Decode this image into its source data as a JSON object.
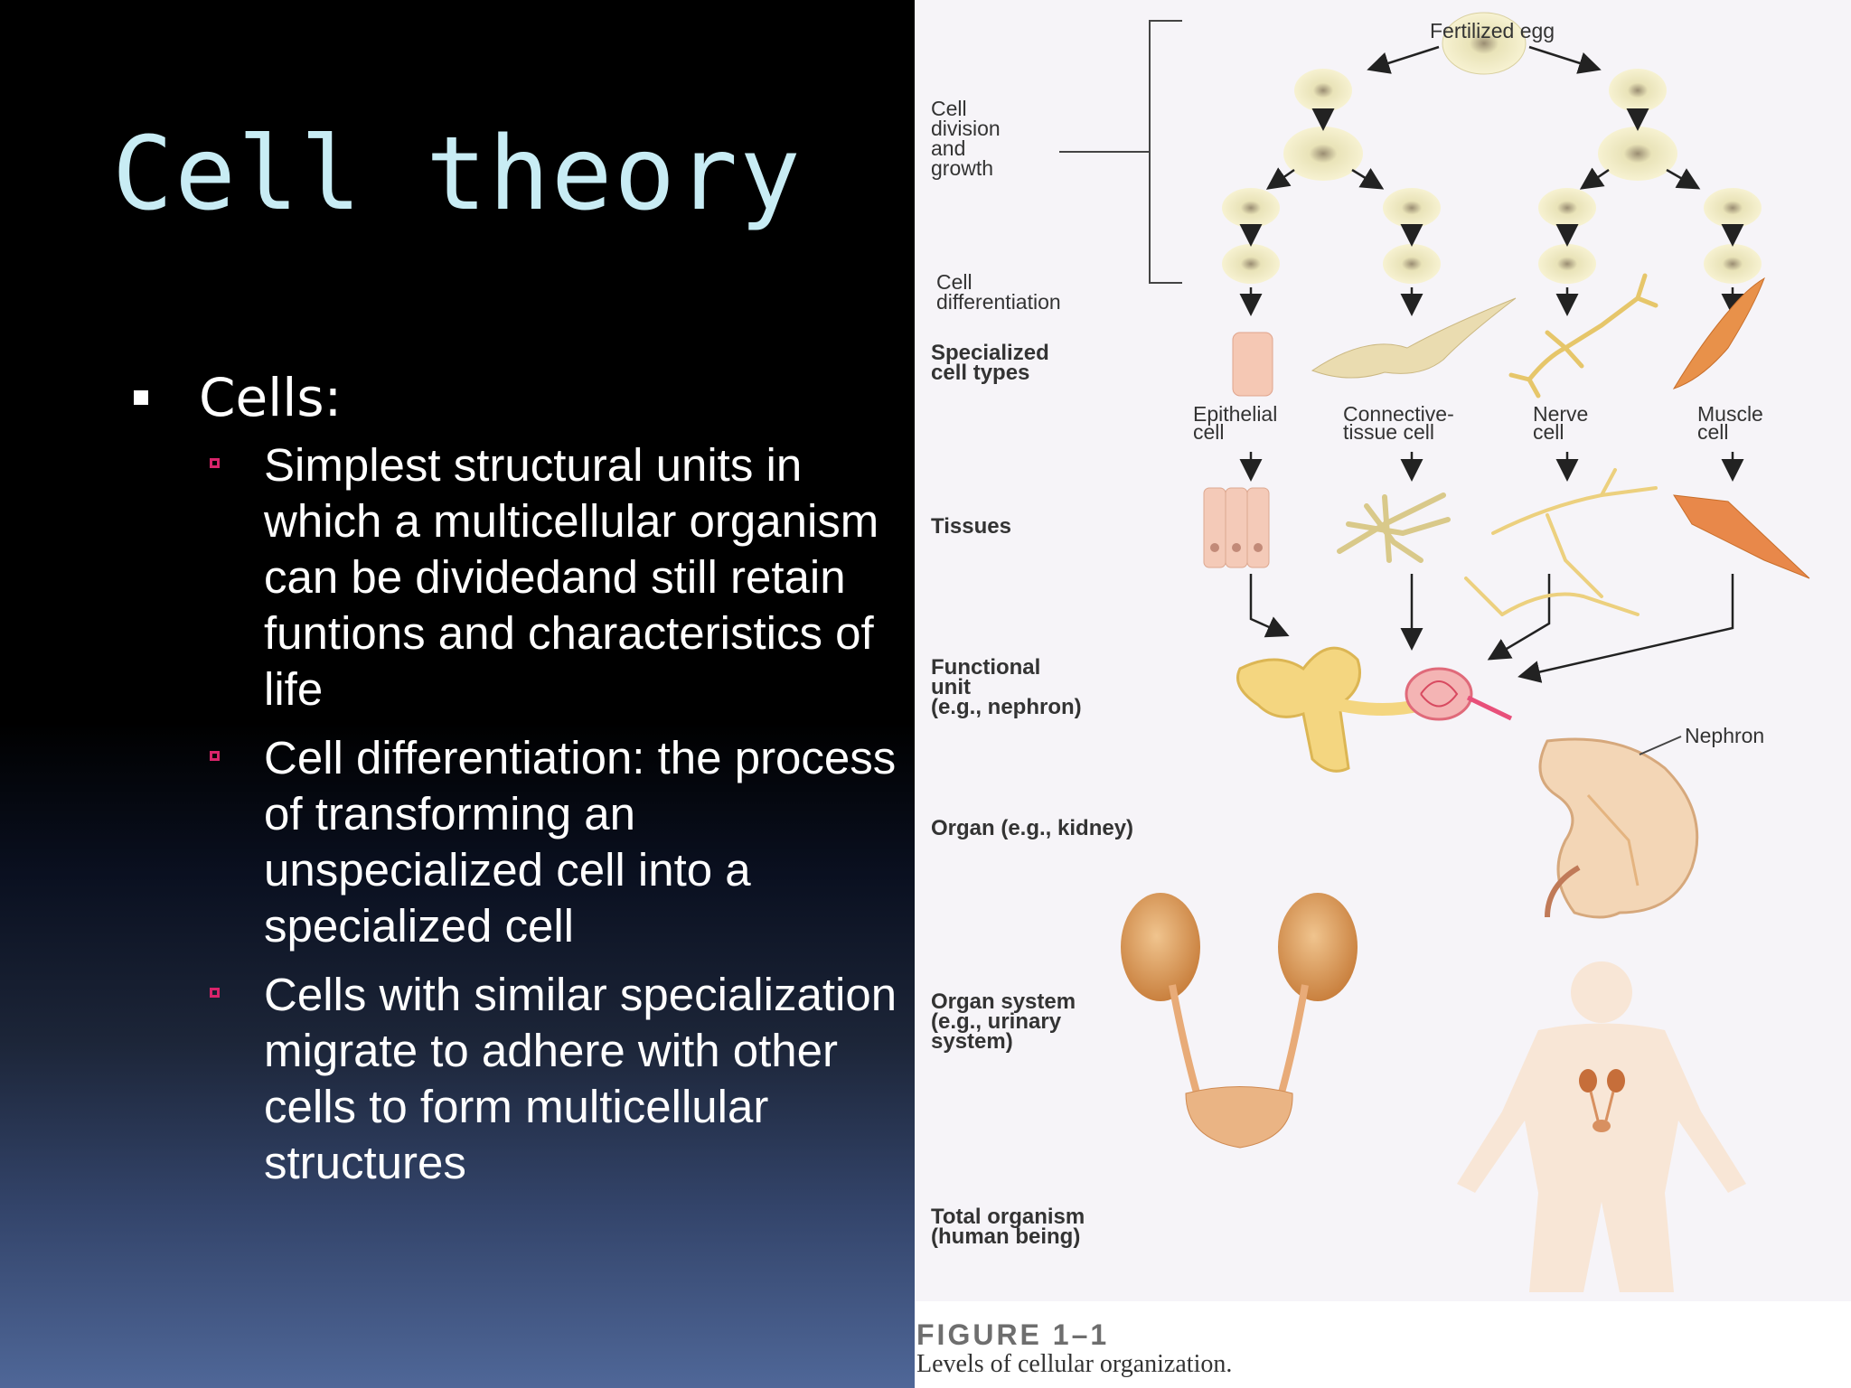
{
  "slide": {
    "title": "Cell theory",
    "bullet": "Cells:",
    "sub_bullets": [
      "Simplest structural units in which a multicellular organism can be dividedand still retain funtions and characteristics of life",
      "Cell differentiation: the process of transforming an unspecialized cell into a specialized cell",
      "Cells with similar specialization migrate to adhere with other cells to form multicellular structures"
    ]
  },
  "figure": {
    "fertilized_egg": "Fertilized egg",
    "stage_labels": {
      "division": [
        "Cell",
        "division",
        "and",
        "growth"
      ],
      "differentiation": [
        "Cell",
        "differentiation"
      ],
      "specialized": [
        "Specialized",
        "cell types"
      ],
      "tissues": "Tissues",
      "functional": [
        "Functional",
        "unit",
        "(e.g., nephron)"
      ],
      "organ": "Organ (e.g., kidney)",
      "organ_system": [
        "Organ system",
        "(e.g., urinary",
        "system)"
      ],
      "total": [
        "Total organism",
        "(human being)"
      ]
    },
    "cell_types": [
      [
        "Epithelial",
        "cell"
      ],
      [
        "Connective-",
        "tissue cell"
      ],
      [
        "Nerve",
        "cell"
      ],
      [
        "Muscle",
        "cell"
      ]
    ],
    "nephron_label": "Nephron",
    "caption_title": "FIGURE 1–1",
    "caption_text": "Levels of cellular organization.",
    "colors": {
      "figure_bg": "#f6f4f8",
      "title": "#c8ecf4",
      "sub_bullet_marker": "#d8246a"
    }
  }
}
